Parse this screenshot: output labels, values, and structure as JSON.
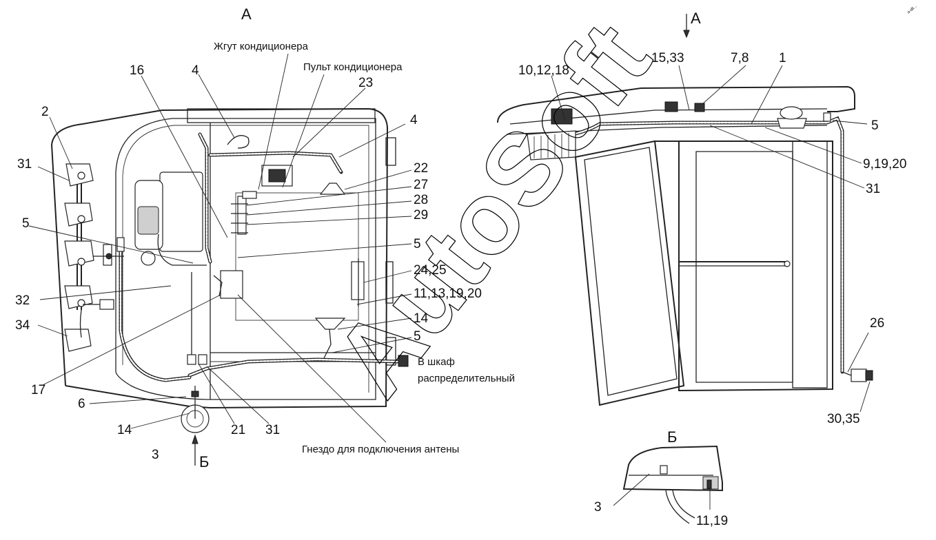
{
  "views": {
    "main_title": "А",
    "side_arrow": "А",
    "detail_title": "Б",
    "bottom_arrow": "Б"
  },
  "captions": {
    "harness": "Жгут кондиционера",
    "panel": "Пульт кондиционера",
    "cabinet_line1": "В шкаф",
    "cabinet_line2": "распределительный",
    "antenna": "Гнездо для подключения антены"
  },
  "left_labels": {
    "l16": "16",
    "l4a": "4",
    "l23": "23",
    "l4b": "4",
    "l2": "2",
    "l31a": "31",
    "l22": "22",
    "l27": "27",
    "l28": "28",
    "l29": "29",
    "l5a": "5",
    "l5b": "5",
    "l24_25": "24,25",
    "l11_13_19_20": "11,13,19,20",
    "l32": "32",
    "l34": "34",
    "l14a": "14",
    "l5c": "5",
    "l17": "17",
    "l6": "6",
    "l14b": "14",
    "l21": "21",
    "l31b": "31",
    "l3": "3"
  },
  "right_labels": {
    "l10_12_18": "10,12,18",
    "l15_33": "15,33",
    "l7_8": "7,8",
    "l1": "1",
    "l5": "5",
    "l9_19_20": "9,19,20",
    "l31": "31",
    "l26": "26",
    "l30_35": "30,35"
  },
  "detail_labels": {
    "l3": "3",
    "l11_19": "11,19"
  },
  "watermark": {
    "text": "AutoSoft"
  },
  "corner_mark": {
    "text": "a-dll..."
  }
}
